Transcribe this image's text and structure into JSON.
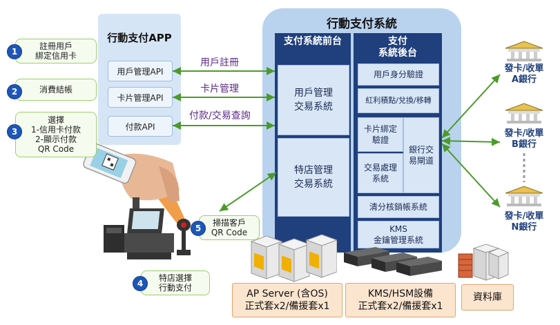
{
  "colors": {
    "arrow": "#4c9a2a",
    "system_bg": "#b9d3ee",
    "column": "#1f3f7d",
    "step_badge": "#1d56b8",
    "bank_text": "#1f3f7d"
  },
  "steps": [
    {
      "num": "1",
      "text": "註冊用戶\n綁定信用卡"
    },
    {
      "num": "2",
      "text": "消費結帳"
    },
    {
      "num": "3",
      "text": "選擇\n1-信用卡付款\n2-顯示付款\nQR Code"
    },
    {
      "num": "4",
      "text": "特店選擇\n行動支付"
    },
    {
      "num": "5",
      "text": "掃描客戶\nQR Code"
    }
  ],
  "app": {
    "title": "行動支付APP",
    "apis": [
      "用戶管理API",
      "卡片管理API",
      "付款API"
    ]
  },
  "arrow_labels": [
    "用戶註冊",
    "卡片管理",
    "付款/交易查詢"
  ],
  "system": {
    "title": "行動支付系統",
    "front": {
      "title": "支付系統前台",
      "boxes": [
        "用戶管理\n交易系統",
        "特店管理\n交易系統"
      ]
    },
    "back": {
      "title": "支付\n系統後台",
      "boxes": [
        "用戶身分驗證",
        "紅利積點/兌換/移轉",
        "卡片綁定\n驗證",
        "交易處理\n系統",
        "銀行交\n易閘道",
        "清分核銷帳系統",
        "KMS\n金鑰管理系統"
      ]
    }
  },
  "banks": [
    "發卡/收單\nA銀行",
    "發卡/收單\nB銀行",
    "發卡/收單\nN銀行"
  ],
  "infra": [
    "AP Server (含OS)\n正式套x2/備援套x1",
    "KMS/HSM設備\n正式套x2/備援套x1",
    "資料庫"
  ],
  "icons": [
    "smartphone-qr-icon",
    "pos-terminal-icon",
    "barcode-scanner-icon",
    "server-icon",
    "hsm-device-icon",
    "database-server-icon",
    "bank-building-icon"
  ]
}
